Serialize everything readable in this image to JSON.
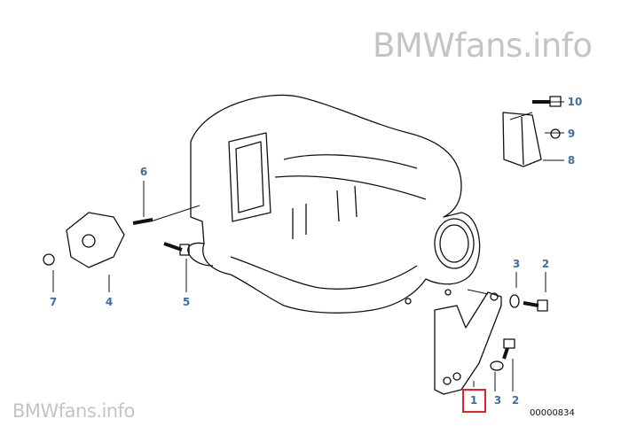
{
  "watermarks": {
    "top": "BMWfans.info",
    "bottom": "BMWfans.info"
  },
  "catalog_number": "00000834",
  "highlight_color": "#e0242c",
  "label_color": "#3d6fa6",
  "callouts": [
    {
      "id": "10",
      "part": "bolt"
    },
    {
      "id": "9",
      "part": "nut"
    },
    {
      "id": "8",
      "part": "cover-cap"
    },
    {
      "id": "6",
      "part": "stud"
    },
    {
      "id": "7",
      "part": "nut"
    },
    {
      "id": "4",
      "part": "bracket"
    },
    {
      "id": "5",
      "part": "bolt"
    },
    {
      "id": "3",
      "part": "washer"
    },
    {
      "id": "2",
      "part": "bolt"
    },
    {
      "id": "3",
      "part": "washer"
    },
    {
      "id": "2",
      "part": "bolt"
    },
    {
      "id": "1",
      "part": "support-bracket",
      "highlighted": true
    }
  ]
}
